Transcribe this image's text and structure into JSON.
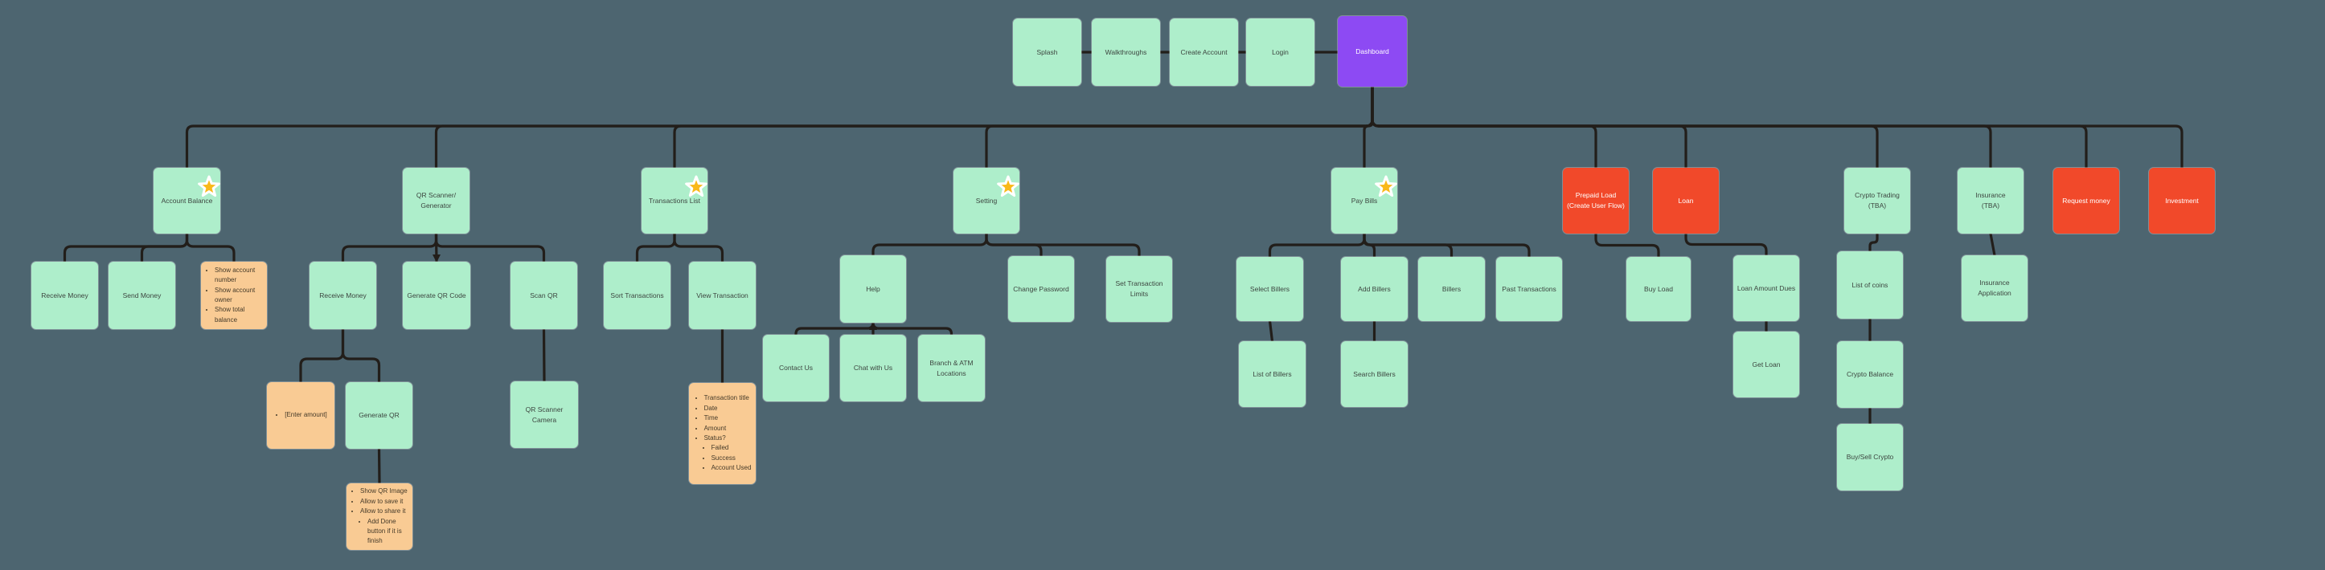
{
  "colors": {
    "background": "#4d6570",
    "node_green": "#aeeecb",
    "node_red": "#f1492a",
    "node_purple": "#8d4af3",
    "note_orange": "#f9cb94",
    "connector": "#221e1a",
    "star": "#f9b91a"
  },
  "nodes": [
    {
      "id": "splash",
      "kind": "screen",
      "label": "Splash"
    },
    {
      "id": "walkthroughs",
      "kind": "screen",
      "label": "Walkthroughs"
    },
    {
      "id": "create_account",
      "kind": "screen",
      "label": "Create Account"
    },
    {
      "id": "login",
      "kind": "screen",
      "label": "Login"
    },
    {
      "id": "dashboard",
      "kind": "highlight",
      "label": "Dashboard"
    },
    {
      "id": "account_balance",
      "kind": "screen",
      "label": "Account Balance",
      "star": true
    },
    {
      "id": "qr_scanner",
      "kind": "screen",
      "label": "QR Scanner/\nGenerator"
    },
    {
      "id": "transactions_list",
      "kind": "screen",
      "label": "Transactions List",
      "star": true
    },
    {
      "id": "setting",
      "kind": "screen",
      "label": "Setting",
      "star": true
    },
    {
      "id": "pay_bills",
      "kind": "screen",
      "label": "Pay Bills",
      "star": true
    },
    {
      "id": "prepaid_load",
      "kind": "todo",
      "label": "Prepaid Load\n(Create User Flow)"
    },
    {
      "id": "loan",
      "kind": "todo",
      "label": "Loan"
    },
    {
      "id": "crypto_trading",
      "kind": "screen",
      "label": "Crypto Trading\n(TBA)"
    },
    {
      "id": "insurance",
      "kind": "screen",
      "label": "Insurance\n(TBA)"
    },
    {
      "id": "request_money",
      "kind": "todo",
      "label": "Request money"
    },
    {
      "id": "investment",
      "kind": "todo",
      "label": "Investment"
    },
    {
      "id": "receive_money_ab",
      "kind": "screen",
      "label": "Receive Money"
    },
    {
      "id": "send_money",
      "kind": "screen",
      "label": "Send Money"
    },
    {
      "id": "note_account",
      "kind": "note",
      "items": [
        {
          "text": "Show account number"
        },
        {
          "text": "Show account owner"
        },
        {
          "text": "Show total balance"
        }
      ]
    },
    {
      "id": "receive_money_qr",
      "kind": "screen",
      "label": "Receive Money"
    },
    {
      "id": "generate_qr_code",
      "kind": "screen",
      "label": "Generate QR Code"
    },
    {
      "id": "scan_qr",
      "kind": "screen",
      "label": "Scan QR"
    },
    {
      "id": "sort_transactions",
      "kind": "screen",
      "label": "Sort Transactions"
    },
    {
      "id": "view_transaction",
      "kind": "screen",
      "label": "View Transaction"
    },
    {
      "id": "help",
      "kind": "screen",
      "label": "Help"
    },
    {
      "id": "change_password",
      "kind": "screen",
      "label": "Change Password"
    },
    {
      "id": "set_transaction_limits",
      "kind": "screen",
      "label": "Set Transaction\nLimits"
    },
    {
      "id": "select_billers",
      "kind": "screen",
      "label": "Select Billers"
    },
    {
      "id": "add_billers",
      "kind": "screen",
      "label": "Add Billers"
    },
    {
      "id": "billers",
      "kind": "screen",
      "label": "Billers"
    },
    {
      "id": "past_transactions",
      "kind": "screen",
      "label": "Past Transactions"
    },
    {
      "id": "buy_load",
      "kind": "screen",
      "label": "Buy Load"
    },
    {
      "id": "loan_amount_dues",
      "kind": "screen",
      "label": "Loan Amount Dues"
    },
    {
      "id": "list_of_coins",
      "kind": "screen",
      "label": "List of coins"
    },
    {
      "id": "insurance_application",
      "kind": "screen",
      "label": "Insurance\nApplication"
    },
    {
      "id": "enter_amount",
      "kind": "note",
      "items": [
        {
          "text": "[Enter amount]"
        }
      ]
    },
    {
      "id": "generate_qr",
      "kind": "screen",
      "label": "Generate QR"
    },
    {
      "id": "qr_scanner_camera",
      "kind": "screen",
      "label": "QR Scanner\nCamera"
    },
    {
      "id": "note_transaction",
      "kind": "note",
      "items": [
        {
          "text": "Transaction title"
        },
        {
          "text": "Date"
        },
        {
          "text": "Time"
        },
        {
          "text": "Amount"
        },
        {
          "text": "Status?"
        },
        {
          "text": "Failed",
          "sub": true
        },
        {
          "text": "Success",
          "sub": true
        },
        {
          "text": "Account Used",
          "sub": true
        }
      ]
    },
    {
      "id": "contact_us",
      "kind": "screen",
      "label": "Contact Us"
    },
    {
      "id": "chat_with_us",
      "kind": "screen",
      "label": "Chat with Us"
    },
    {
      "id": "branch_atm",
      "kind": "screen",
      "label": "Branch & ATM\nLocations"
    },
    {
      "id": "list_of_billers",
      "kind": "screen",
      "label": "List of Billers"
    },
    {
      "id": "search_billers",
      "kind": "screen",
      "label": "Search Billers"
    },
    {
      "id": "get_loan",
      "kind": "screen",
      "label": "Get Loan"
    },
    {
      "id": "crypto_balance",
      "kind": "screen",
      "label": "Crypto Balance"
    },
    {
      "id": "note_qr",
      "kind": "note",
      "items": [
        {
          "text": "Show QR Image"
        },
        {
          "text": "Allow to save it"
        },
        {
          "text": "Allow to share it"
        },
        {
          "text": "Add Done button if it is finish",
          "sub": true
        }
      ]
    },
    {
      "id": "buy_sell_crypto",
      "kind": "screen",
      "label": "Buy/Sell Crypto"
    }
  ],
  "edges": {
    "side": [
      [
        "splash",
        "walkthroughs"
      ],
      [
        "walkthroughs",
        "create_account"
      ],
      [
        "create_account",
        "login"
      ],
      [
        "login",
        "dashboard"
      ]
    ],
    "branches": [
      {
        "parent": "dashboard",
        "children": [
          "account_balance",
          "qr_scanner",
          "transactions_list",
          "setting",
          "pay_bills",
          "prepaid_load",
          "loan",
          "crypto_trading",
          "insurance",
          "request_money",
          "investment"
        ]
      },
      {
        "parent": "account_balance",
        "children": [
          "receive_money_ab",
          "send_money",
          "note_account"
        ]
      },
      {
        "parent": "qr_scanner",
        "children": [
          "receive_money_qr",
          "generate_qr_code",
          "scan_qr"
        ],
        "arrow_into_child": "generate_qr_code"
      },
      {
        "parent": "transactions_list",
        "children": [
          "sort_transactions",
          "view_transaction"
        ]
      },
      {
        "parent": "setting",
        "children": [
          "help",
          "change_password",
          "set_transaction_limits"
        ]
      },
      {
        "parent": "pay_bills",
        "children": [
          "select_billers",
          "add_billers",
          "billers",
          "past_transactions"
        ]
      },
      {
        "parent": "receive_money_qr",
        "children": [
          "enter_amount",
          "generate_qr"
        ]
      },
      {
        "parent": "help",
        "children": [
          "contact_us",
          "chat_with_us",
          "branch_atm"
        ],
        "arrow_into_parent": true
      }
    ],
    "down": [
      [
        "scan_qr",
        "qr_scanner_camera"
      ],
      [
        "generate_qr",
        "note_qr"
      ],
      [
        "view_transaction",
        "note_transaction"
      ],
      [
        "select_billers",
        "list_of_billers"
      ],
      [
        "add_billers",
        "search_billers"
      ],
      [
        "prepaid_load",
        "buy_load"
      ],
      [
        "loan",
        "loan_amount_dues"
      ],
      [
        "loan_amount_dues",
        "get_loan"
      ],
      [
        "crypto_trading",
        "list_of_coins"
      ],
      [
        "list_of_coins",
        "crypto_balance"
      ],
      [
        "crypto_balance",
        "buy_sell_crypto"
      ],
      [
        "insurance",
        "insurance_application"
      ]
    ]
  }
}
